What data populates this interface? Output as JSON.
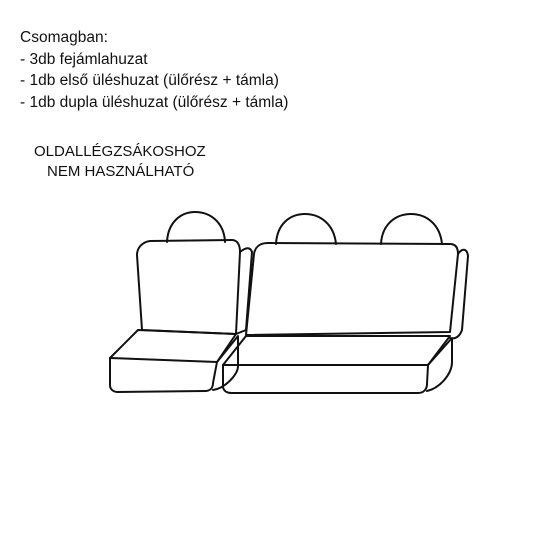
{
  "package": {
    "heading": "Csomagban:",
    "items": [
      "- 3db fejámlahuzat",
      "- 1db első üléshuzat (ülőrész + támla)",
      "- 1db dupla üléshuzat (ülőrész + támla)"
    ]
  },
  "warning": {
    "line1": "OLDALLÉGZSÁKOSHOZ",
    "line2": "NEM HASZNÁLHATÓ"
  }
}
